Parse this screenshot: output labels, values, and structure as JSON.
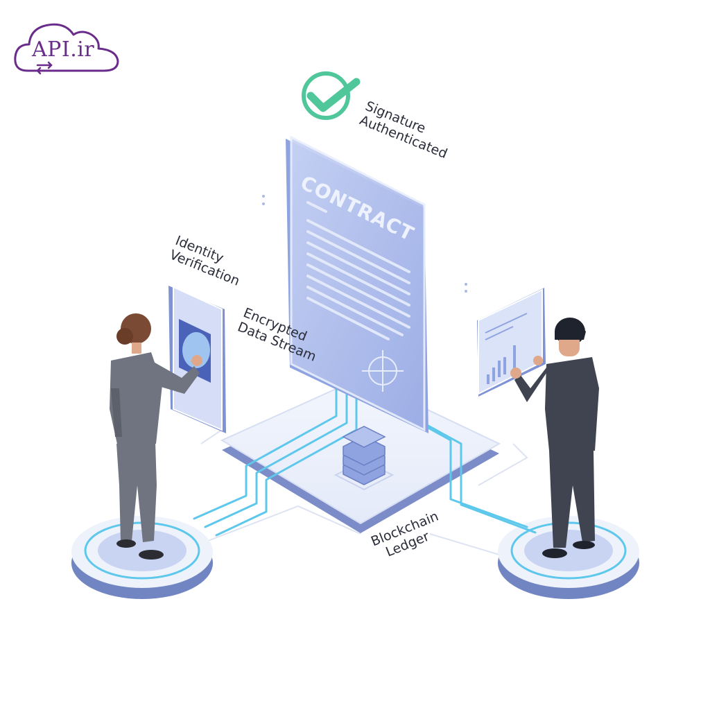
{
  "brand": {
    "logo_text": "API.ir",
    "color": "#6a2c8a"
  },
  "labels": {
    "signature": [
      "Signature",
      "Authenticated"
    ],
    "identity": [
      "Identity",
      "Verification"
    ],
    "encrypted": [
      "Encrypted",
      "Data Stream"
    ],
    "blockchain": [
      "Blockchain",
      "Ledger"
    ]
  },
  "contract": {
    "title": "CONTRACT"
  },
  "icons": {
    "check": "check-circle-icon",
    "fingerprint": "fingerprint-icon",
    "database": "database-stack-icon",
    "chart": "bar-chart-icon",
    "cloud": "cloud-icon",
    "sync": "sync-arrows-icon"
  },
  "colors": {
    "accent_blue": "#5ec8ec",
    "panel_blue": "#b7c5ef",
    "platform_dark": "#7b8cc8",
    "check_green": "#4fc79a",
    "suit_gray": "#6f7480",
    "suit_dark": "#3f4450"
  }
}
